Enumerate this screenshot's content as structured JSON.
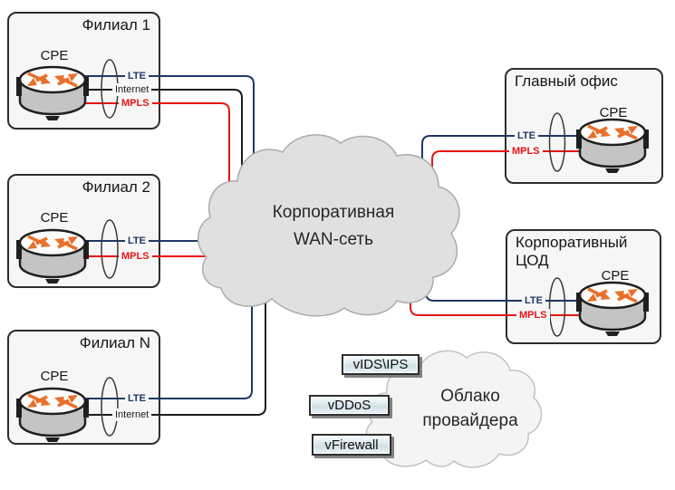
{
  "branch1": {
    "title": "Филиал 1",
    "cpe": "CPE",
    "labels": {
      "lte": "LTE",
      "internet": "Internet",
      "mpls": "MPLS"
    }
  },
  "branch2": {
    "title": "Филиал 2",
    "cpe": "CPE",
    "labels": {
      "lte": "LTE",
      "mpls": "MPLS"
    }
  },
  "branchN": {
    "title": "Филиал N",
    "cpe": "CPE",
    "labels": {
      "lte": "LTE",
      "internet": "Internet"
    }
  },
  "head_office": {
    "title": "Главный офис",
    "cpe": "CPE",
    "labels": {
      "lte": "LTE",
      "mpls": "MPLS"
    }
  },
  "datacenter": {
    "title": "Корпоративный ЦОД",
    "cpe": "CPE",
    "labels": {
      "lte": "LTE",
      "mpls": "MPLS"
    }
  },
  "wan_cloud": {
    "line1": "Корпоративная",
    "line2": "WAN-сеть"
  },
  "provider_cloud": {
    "line1": "Облако",
    "line2": "провайдера"
  },
  "services": {
    "ids": "vIDS\\IPS",
    "ddos": "vDDoS",
    "firewall": "vFirewall"
  },
  "colors": {
    "lte": "#1f3864",
    "internet": "#1c1c1c",
    "mpls": "#e81414",
    "router_arrow": "#e8702a",
    "wan_cloud_fill": "#e0e0e0",
    "wan_cloud_stroke": "#ababab",
    "provider_cloud_fill": "#f4f4f4",
    "provider_cloud_stroke": "#c2c2c2"
  }
}
